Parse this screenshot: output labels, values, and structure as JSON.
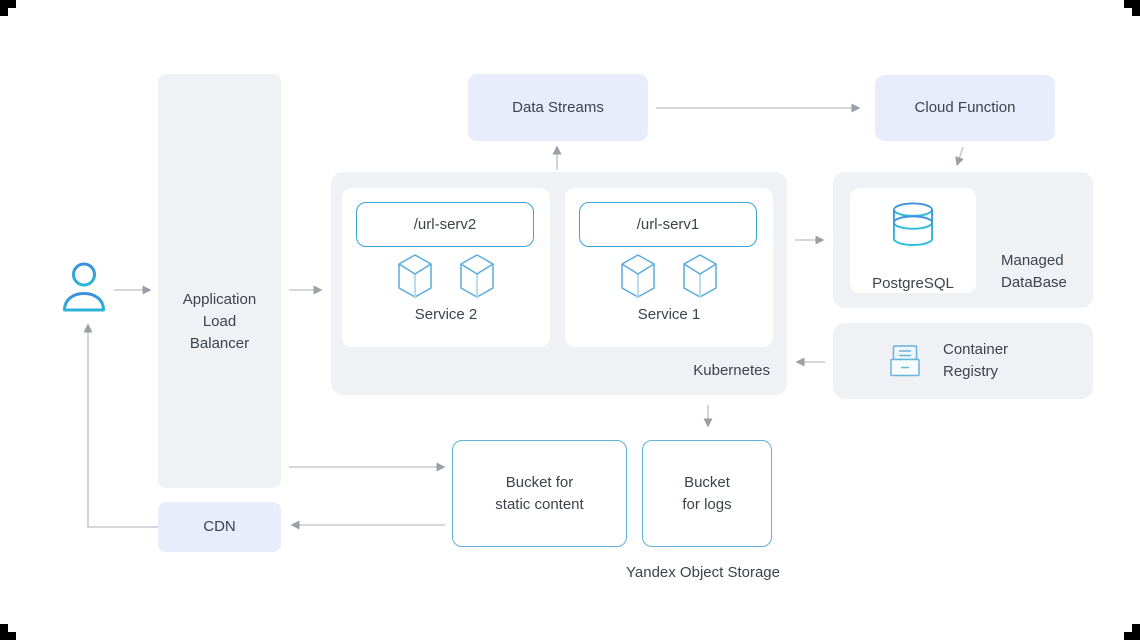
{
  "colors": {
    "canvas_bg": "#ffffff",
    "node_gray_bg": "#eff1f4",
    "node_blue_bg": "#e7edfb",
    "route_border_blue": "#3aa2dc",
    "bucket_border_blue": "#60b2dc",
    "arrow_line": "#c7cacd",
    "arrow_head": "#9ba0a7",
    "text": "#3d434b",
    "icon_blue": "#3a8fdb",
    "icon_cyan": "#2cc0d8",
    "crop_mark": "#000000"
  },
  "icons": {
    "user": "user-icon",
    "pod": "cube-icon",
    "database": "database-cylinder-icon",
    "registry": "container-registry-icon"
  },
  "nodes": {
    "application_load_balancer": {
      "lines": [
        "Application",
        "Load",
        "Balancer"
      ]
    },
    "data_streams": {
      "label": "Data Streams"
    },
    "cloud_function": {
      "label": "Cloud Function"
    },
    "kubernetes": {
      "label": "Kubernetes",
      "services": [
        {
          "route": "/url-serv2",
          "label": "Service 2"
        },
        {
          "route": "/url-serv1",
          "label": "Service 1"
        }
      ]
    },
    "managed_database": {
      "engine": "PostgreSQL",
      "lines": [
        "Managed",
        "DataBase"
      ]
    },
    "container_registry": {
      "lines": [
        "Container",
        "Registry"
      ]
    },
    "object_storage": {
      "label": "Yandex Object Storage",
      "buckets": [
        {
          "lines": [
            "Bucket for",
            "static content"
          ]
        },
        {
          "lines": [
            "Bucket",
            "for logs"
          ]
        }
      ]
    },
    "cdn": {
      "label": "CDN"
    }
  }
}
